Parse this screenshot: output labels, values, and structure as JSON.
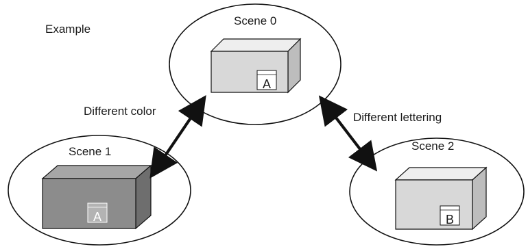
{
  "title": "Example",
  "scenes": [
    {
      "id": "scene-0",
      "label": "Scene 0",
      "letter": "A",
      "box_color": "#d8d8d8",
      "box_top": "#eeeeee",
      "box_side": "#bdbdbd"
    },
    {
      "id": "scene-1",
      "label": "Scene 1",
      "letter": "A",
      "box_color": "#8c8c8c",
      "box_top": "#a6a6a6",
      "box_side": "#6e6e6e"
    },
    {
      "id": "scene-2",
      "label": "Scene 2",
      "letter": "B",
      "box_color": "#d8d8d8",
      "box_top": "#eeeeee",
      "box_side": "#bdbdbd"
    }
  ],
  "relations": [
    {
      "from": "scene-0",
      "to": "scene-1",
      "label": "Different color"
    },
    {
      "from": "scene-0",
      "to": "scene-2",
      "label": "Different lettering"
    }
  ],
  "colors": {
    "stroke": "#111111",
    "background": "#ffffff"
  }
}
